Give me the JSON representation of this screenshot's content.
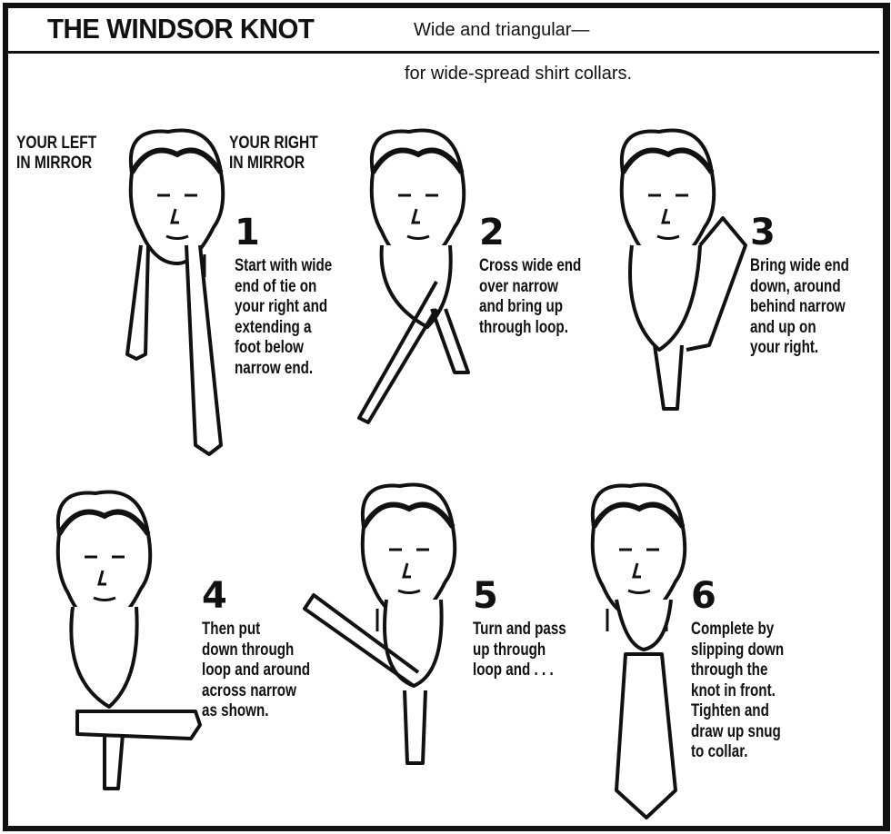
{
  "header": {
    "title": "THE WINDSOR KNOT",
    "subtitle": "Wide and triangular—",
    "subtitle_cont": "for wide-spread shirt collars."
  },
  "orientation": {
    "left_label": [
      "YOUR LEFT",
      "IN MIRROR"
    ],
    "right_label": [
      "YOUR RIGHT",
      "IN MIRROR"
    ]
  },
  "steps": [
    {
      "number": "1",
      "lines": [
        "Start with wide",
        "end of tie on",
        "your right and",
        "extending a",
        "foot below",
        "narrow end."
      ]
    },
    {
      "number": "2",
      "lines": [
        "Cross wide end",
        "over narrow",
        "and bring up",
        "through loop."
      ]
    },
    {
      "number": "3",
      "lines": [
        "Bring wide end",
        "down, around",
        "behind narrow",
        "and up on",
        "your right."
      ]
    },
    {
      "number": "4",
      "lines": [
        "Then put",
        "down through",
        "loop and around",
        "across narrow",
        "as shown."
      ]
    },
    {
      "number": "5",
      "lines": [
        "Turn and pass",
        "up through",
        "loop and . . ."
      ]
    },
    {
      "number": "6",
      "lines": [
        "Complete by",
        "slipping down",
        "through the",
        "knot in front.",
        "Tighten and",
        "draw up snug",
        "to collar."
      ]
    }
  ]
}
